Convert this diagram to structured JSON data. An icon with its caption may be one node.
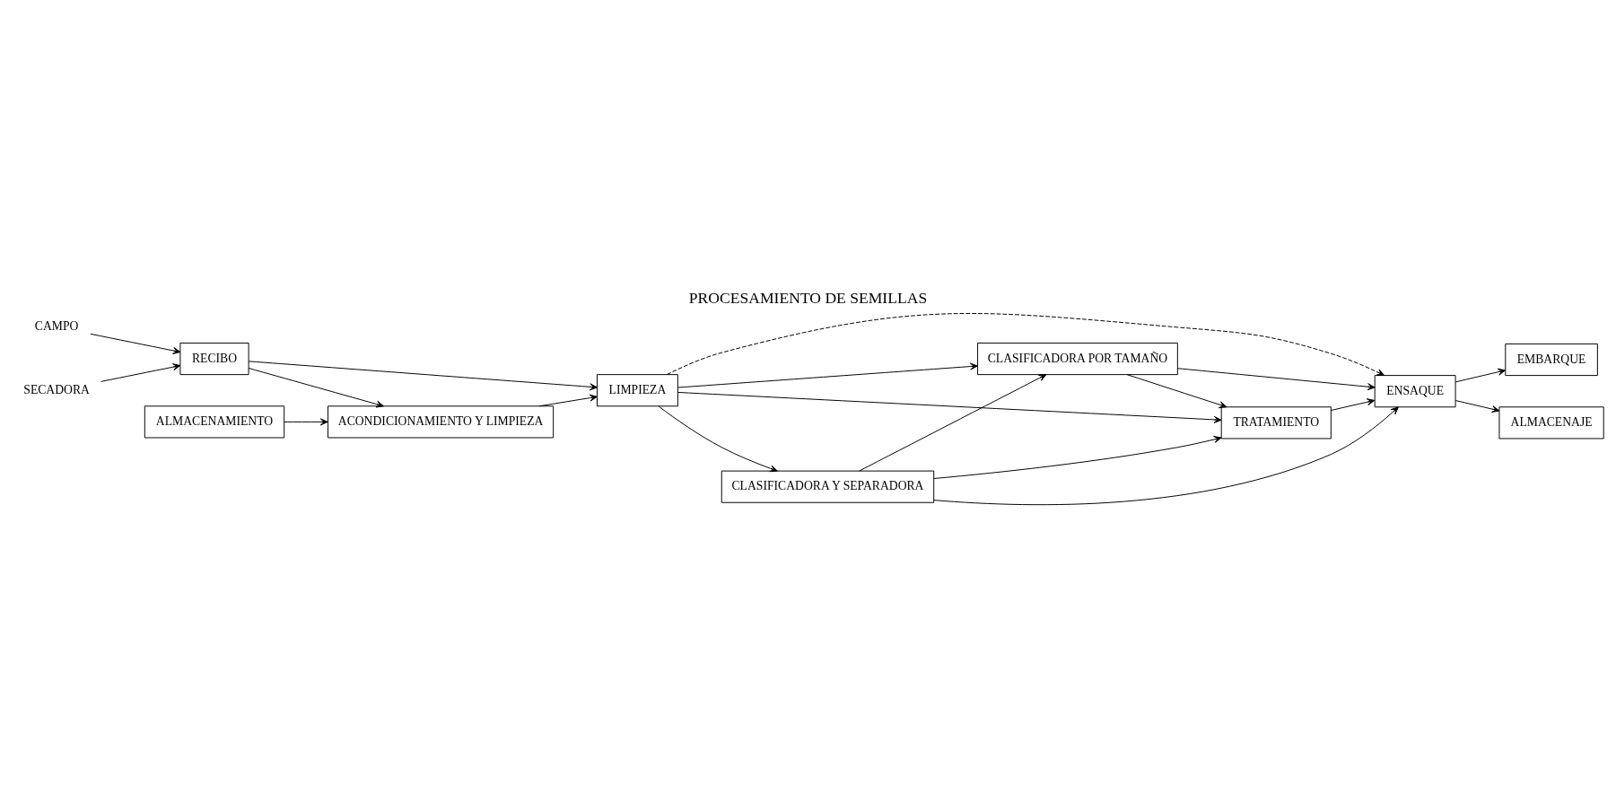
{
  "diagram": {
    "title": "PROCESAMIENTO DE SEMILLAS",
    "nodes": [
      {
        "text": [
          "CAMPO"
        ]
      },
      {
        "text": [
          "SECADORA"
        ]
      },
      {
        "text": [
          "RECIBO"
        ]
      },
      {
        "text": [
          "ALMACENAMIENTO"
        ]
      },
      {
        "text": [
          "ACONDICIONAMIENTO Y LIMPIEZA"
        ]
      },
      {
        "text": [
          "LIMPIEZA"
        ]
      },
      {
        "text": [
          "CLASIFICADORA Y SEPARADORA"
        ]
      },
      {
        "text": [
          "CLASIFICADORA POR TAMAÑO"
        ]
      },
      {
        "text": [
          "TRATAMIENTO"
        ]
      },
      {
        "text": [
          "ENSAQUE"
        ]
      },
      {
        "text": [
          "EMBARQUE"
        ]
      },
      {
        "text": [
          "ALMACENAJE"
        ]
      }
    ],
    "edges": [
      {
        "from": 0,
        "to": 2,
        "arrow": "to"
      },
      {
        "from": 1,
        "to": 2,
        "arrow": "to"
      },
      {
        "from": 2,
        "to": 5,
        "arrow": "to"
      },
      {
        "from": 2,
        "to": 4,
        "arrow": "to"
      },
      {
        "from": 3,
        "to": 4,
        "arrow": "to"
      },
      {
        "from": 4,
        "to": 5,
        "arrow": "to"
      },
      {
        "from": 5,
        "to": 6,
        "arrow": "to"
      },
      {
        "from": 5,
        "to": 9,
        "arrow": "to",
        "style": "dashed"
      },
      {
        "from": 5,
        "to": 8,
        "arrow": "to"
      },
      {
        "from": 5,
        "to": 7,
        "arrow": "to"
      },
      {
        "from": 6,
        "to": 7,
        "arrow": "to"
      },
      {
        "from": 6,
        "to": 8,
        "arrow": "to"
      },
      {
        "from": 7,
        "to": 8,
        "arrow": "to"
      },
      {
        "from": 8,
        "to": 9,
        "arrow": "to"
      },
      {
        "from": 7,
        "to": 9,
        "arrow": "to"
      },
      {
        "from": 6,
        "to": 9,
        "arrow": "to"
      },
      {
        "from": 9,
        "to": 10,
        "arrow": "to"
      },
      {
        "from": 9,
        "to": 11,
        "arrow": "to"
      }
    ]
  }
}
